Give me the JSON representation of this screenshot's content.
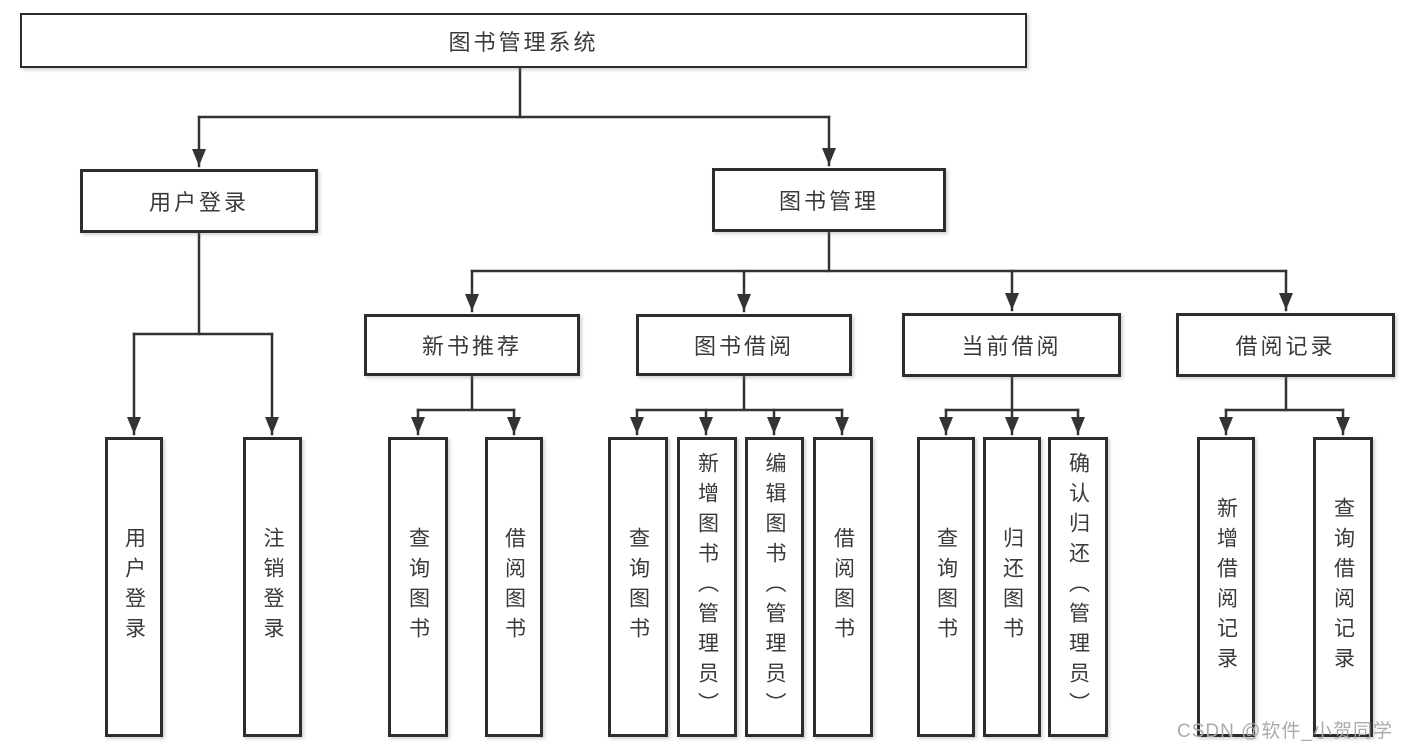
{
  "tree": {
    "label": "图书管理系统",
    "children": [
      {
        "label": "用户登录",
        "children": [
          {
            "label": "用户登录"
          },
          {
            "label": "注销登录"
          }
        ]
      },
      {
        "label": "图书管理",
        "children": [
          {
            "label": "新书推荐",
            "children": [
              {
                "label": "查询图书"
              },
              {
                "label": "借阅图书"
              }
            ]
          },
          {
            "label": "图书借阅",
            "children": [
              {
                "label": "查询图书"
              },
              {
                "label": "新增图书（管理员）"
              },
              {
                "label": "编辑图书（管理员）"
              },
              {
                "label": "借阅图书"
              }
            ]
          },
          {
            "label": "当前借阅",
            "children": [
              {
                "label": "查询图书"
              },
              {
                "label": "归还图书"
              },
              {
                "label": "确认归还（管理员）"
              }
            ]
          },
          {
            "label": "借阅记录",
            "children": [
              {
                "label": "新增借阅记录"
              },
              {
                "label": "查询借阅记录"
              }
            ]
          }
        ]
      }
    ]
  },
  "watermark": "CSDN @软件_小贺同学",
  "colors": {
    "line": "#333333",
    "box_border": "#2d2d2d",
    "text": "#3a3a3a",
    "watermark": "#ababab",
    "background": "#ffffff"
  }
}
